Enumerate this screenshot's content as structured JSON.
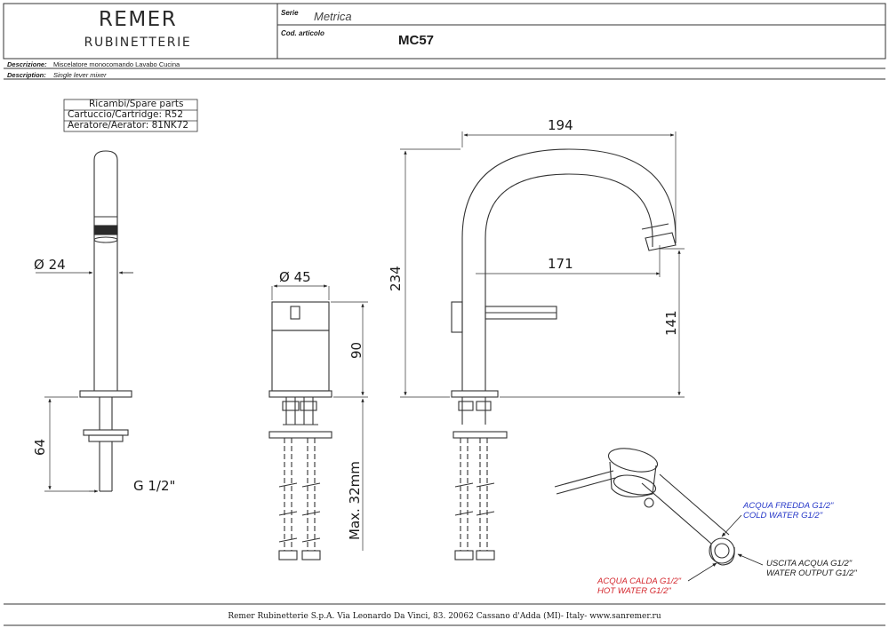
{
  "header": {
    "brand": "REMER",
    "brand_sub": "RUBINETTERIE",
    "serie_label": "Serie",
    "serie_value": "Metrica",
    "cod_label": "Cod. articolo",
    "cod_value": "MC57",
    "descrizione_label": "Descrizione:",
    "descrizione_value": "Miscelatore monocomando Lavabo Cucina",
    "description_label": "Description:",
    "description_value": "Single lever mixer"
  },
  "spare_parts": {
    "title": "Ricambi/Spare parts",
    "cartridge": "Cartuccio/Cartridge: R52",
    "aerator": "Aeratore/Aerator: 81NK72"
  },
  "dimensions": {
    "d24": "Ø 24",
    "h64": "64",
    "g12": "G 1/2\"",
    "d45": "Ø 45",
    "h90": "90",
    "max32": "Max. 32mm",
    "w194": "194",
    "h234": "234",
    "w171": "171",
    "h141": "141"
  },
  "callouts": {
    "cold_it": "ACQUA FREDDA G1/2\"",
    "cold_en": "COLD WATER G1/2\"",
    "hot_it": "ACQUA CALDA G1/2\"",
    "hot_en": "HOT WATER G1/2\"",
    "out_it": "USCITA ACQUA G1/2\"",
    "out_en": "WATER OUTPUT G1/2\""
  },
  "colors": {
    "cold": "#2436c8",
    "hot": "#d4262c",
    "line": "#333333"
  },
  "footer": "Remer Rubinetterie S.p.A. Via Leonardo Da Vinci, 83. 20062 Cassano d'Adda (MI)- Italy- www.sanremer.ru"
}
